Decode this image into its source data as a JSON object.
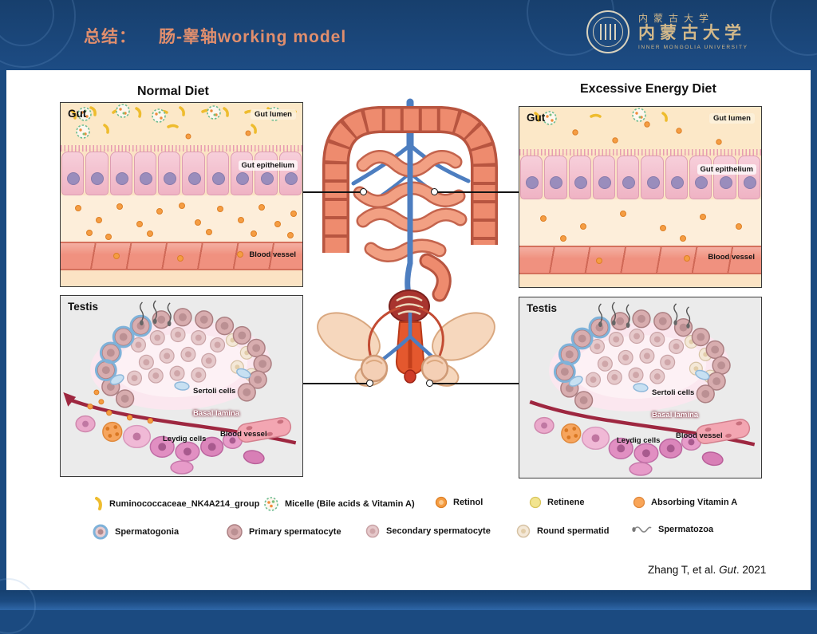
{
  "header": {
    "title_prefix": "总结：",
    "title_main": "肠-睾轴working model",
    "logo": {
      "cn_small": "内蒙古大学",
      "cn_large": "内蒙古大学",
      "en": "INNER MONGOLIA UNIVERSITY"
    }
  },
  "columns": {
    "left_title": "Normal Diet",
    "right_title": "Excessive Energy Diet"
  },
  "gut": {
    "title": "Gut",
    "lumen_label": "Gut lumen",
    "epithelium_label": "Gut epithelium",
    "vessel_label": "Blood vessel"
  },
  "testis": {
    "title": "Testis",
    "sertoli_label": "Sertoli cells",
    "basal_label": "Basal lamina",
    "leydig_label": "Leydig cells",
    "vessel_label": "Blood vessel"
  },
  "legend": {
    "row1": [
      {
        "icon": "bacteria-icon",
        "label": "Ruminococcaceae_NK4A214_group"
      },
      {
        "icon": "micelle-icon",
        "label": "Micelle (Bile acids & Vitamin A)"
      },
      {
        "icon": "retinol-icon",
        "label": "Retinol"
      },
      {
        "icon": "retinene-icon",
        "label": "Retinene"
      },
      {
        "icon": "absorbing-vitamin-a-icon",
        "label": "Absorbing Vitamin A"
      }
    ],
    "row2": [
      {
        "icon": "spermatogonia-icon",
        "label": "Spermatogonia"
      },
      {
        "icon": "primary-spermatocyte-icon",
        "label": "Primary spermatocyte"
      },
      {
        "icon": "secondary-spermatocyte-icon",
        "label": "Secondary spermatocyte"
      },
      {
        "icon": "round-spermatid-icon",
        "label": "Round spermatid"
      },
      {
        "icon": "spermatozoa-icon",
        "label": "Spermatozoa"
      }
    ]
  },
  "citation": {
    "authors": "Zhang T, et al. ",
    "journal": "Gut",
    "year": ". 2021"
  },
  "colors": {
    "header_bg": "#1b4a80",
    "title_text": "#e08e6d",
    "slide_bg": "#ffffff",
    "panel_peach": "#fbe3c4",
    "vessel_salmon": "#f0917f",
    "epithelium_pink": "#f2bac8",
    "testis_bg": "#ebebeb",
    "basal_lamina_red": "#9e2740",
    "retinol_orange": "#f59d43",
    "micelle_green": "#6fbd92",
    "logo_gold": "#d3b98a"
  }
}
